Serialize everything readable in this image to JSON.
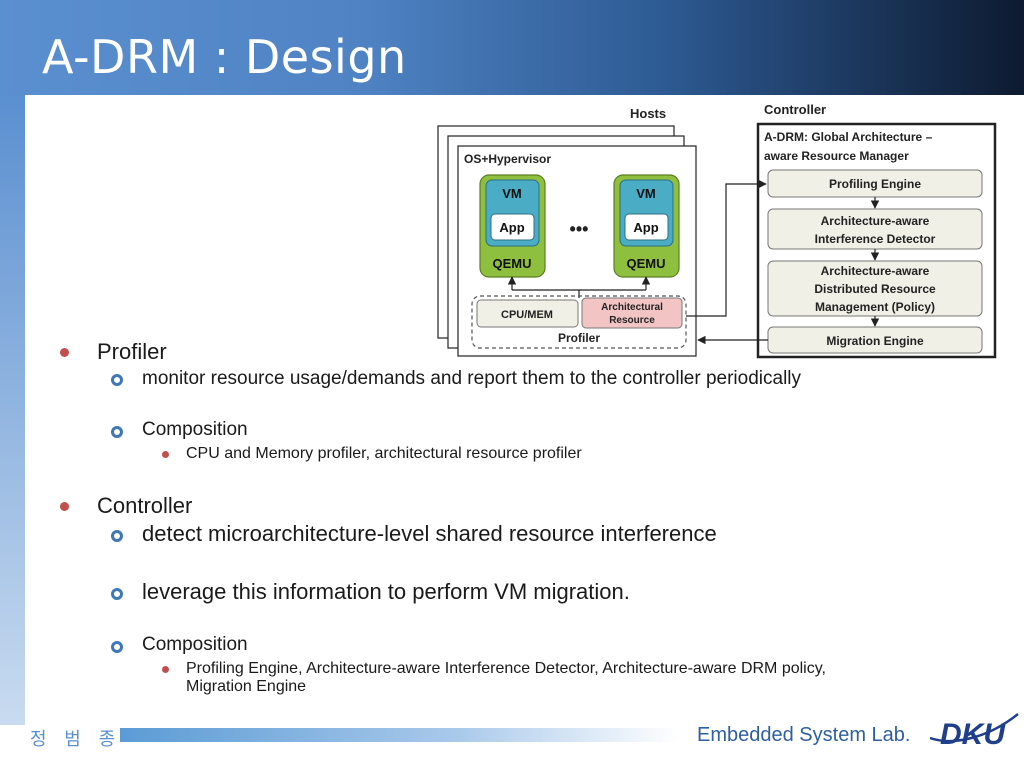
{
  "slide": {
    "title": "A-DRM : Design"
  },
  "diagram": {
    "hosts_label": "Hosts",
    "controller_label": "Controller",
    "os_label": "OS+Hypervisor",
    "vm_label": "VM",
    "app_label": "App",
    "qemu_label": "QEMU",
    "ellipsis": "•••",
    "cpu_mem": "CPU/MEM",
    "arch_line1": "Architectural",
    "arch_line2": "Resource",
    "profiler_label": "Profiler",
    "adrm_line1": "A-DRM: Global Architecture –",
    "adrm_line2": "aware Resource Manager",
    "profiling_engine": "Profiling Engine",
    "interf_line1": "Architecture-aware",
    "interf_line2": "Interference Detector",
    "drm_line1": "Architecture-aware",
    "drm_line2": "Distributed Resource",
    "drm_line3": "Management (Policy)",
    "migration_engine": "Migration Engine"
  },
  "bullets": {
    "profiler": {
      "heading": "Profiler",
      "sub1": "monitor resource usage/demands and report them to the controller periodically",
      "sub2": "Composition",
      "sub2_item": "CPU and Memory profiler, architectural resource profiler"
    },
    "controller": {
      "heading": "Controller",
      "sub1": "detect microarchitecture-level shared resource interference",
      "sub2": "leverage this information to perform VM migration.",
      "sub3": "Composition",
      "sub3_item_line1": "Profiling Engine, Architecture-aware Interference Detector, Architecture-aware DRM policy,",
      "sub3_item_line2": "Migration Engine"
    }
  },
  "footer": {
    "author": "정 범 종",
    "lab": "Embedded System Lab.",
    "logo_text": "DKU"
  },
  "colors": {
    "bullet_red": "#c0504d",
    "ring_blue": "#3f78b8",
    "vm_green": "#8fbf3f",
    "vm_blue": "#4bacc6",
    "arch_pink": "#f2c4c4",
    "box_fill": "#f0f0e6"
  }
}
